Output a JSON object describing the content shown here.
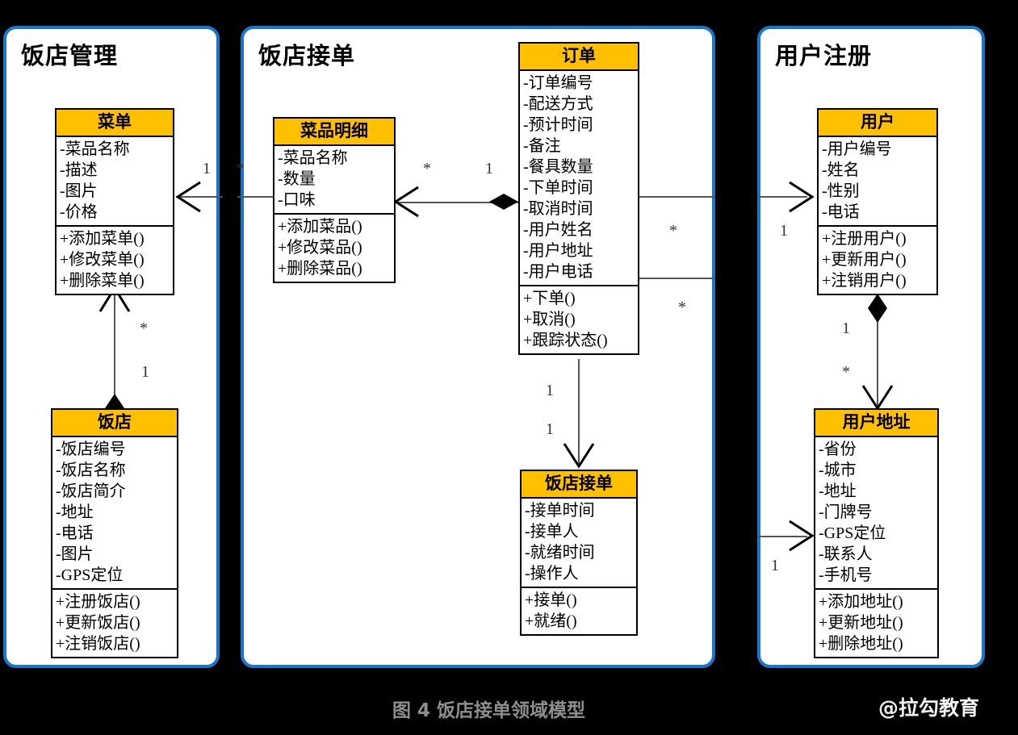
{
  "panels": [
    {
      "title": "饭店管理"
    },
    {
      "title": "饭店接单"
    },
    {
      "title": "用户注册"
    }
  ],
  "classes": {
    "menu": {
      "name": "菜单",
      "attributes": [
        "-菜品名称",
        "-描述",
        "-图片",
        "-价格"
      ],
      "methods": [
        "+添加菜单()",
        "+修改菜单()",
        "+删除菜单()"
      ]
    },
    "dish_detail": {
      "name": "菜品明细",
      "attributes": [
        "-菜品名称",
        "-数量",
        "-口味"
      ],
      "methods": [
        "+添加菜品()",
        "+修改菜品()",
        "+删除菜品()"
      ]
    },
    "order": {
      "name": "订单",
      "attributes": [
        "-订单编号",
        "-配送方式",
        "-预计时间",
        "-备注",
        "-餐具数量",
        "-下单时间",
        "-取消时间",
        "-用户姓名",
        "-用户地址",
        "-用户电话"
      ],
      "methods": [
        "+下单()",
        "+取消()",
        "+跟踪状态()"
      ]
    },
    "user": {
      "name": "用户",
      "attributes": [
        "-用户编号",
        "-姓名",
        "-性别",
        "-电话"
      ],
      "methods": [
        "+注册用户()",
        "+更新用户()",
        "+注销用户()"
      ]
    },
    "restaurant": {
      "name": "饭店",
      "attributes": [
        "-饭店编号",
        "-饭店名称",
        "-饭店简介",
        "-地址",
        "-电话",
        "-图片",
        "-GPS定位"
      ],
      "methods": [
        "+注册饭店()",
        "+更新饭店()",
        "+注销饭店()"
      ]
    },
    "restaurant_accept": {
      "name": "饭店接单",
      "attributes": [
        "-接单时间",
        "-接单人",
        "-就绪时间",
        "-操作人"
      ],
      "methods": [
        "+接单()",
        "+就绪()"
      ]
    },
    "user_address": {
      "name": "用户地址",
      "attributes": [
        "-省份",
        "-城市",
        "-地址",
        "-门牌号",
        "-GPS定位",
        "-联系人",
        "-手机号"
      ],
      "methods": [
        "+添加地址()",
        "+更新地址()",
        "+删除地址()"
      ]
    }
  },
  "multiplicities": {
    "menu_to_dish_one": "1",
    "menu_to_dish_star": "*",
    "dish_to_order_star": "*",
    "dish_to_order_one": "1",
    "restaurant_to_menu_star": "*",
    "restaurant_to_menu_one": "1",
    "order_to_accept_one_top": "1",
    "order_to_accept_one_bottom": "1",
    "order_to_user_star": "*",
    "order_to_user_one": "1",
    "order_to_address_star": "*",
    "order_to_address_one": "1",
    "user_to_address_one": "1",
    "user_to_address_star": "*"
  },
  "footer": {
    "caption": "图 4 饭店接单领域模型",
    "watermark": "@拉勾教育"
  },
  "colors": {
    "panel_border": "#1877cc",
    "class_header": "#ffc000",
    "background": "#000000",
    "caption": "#8d8d8d"
  }
}
